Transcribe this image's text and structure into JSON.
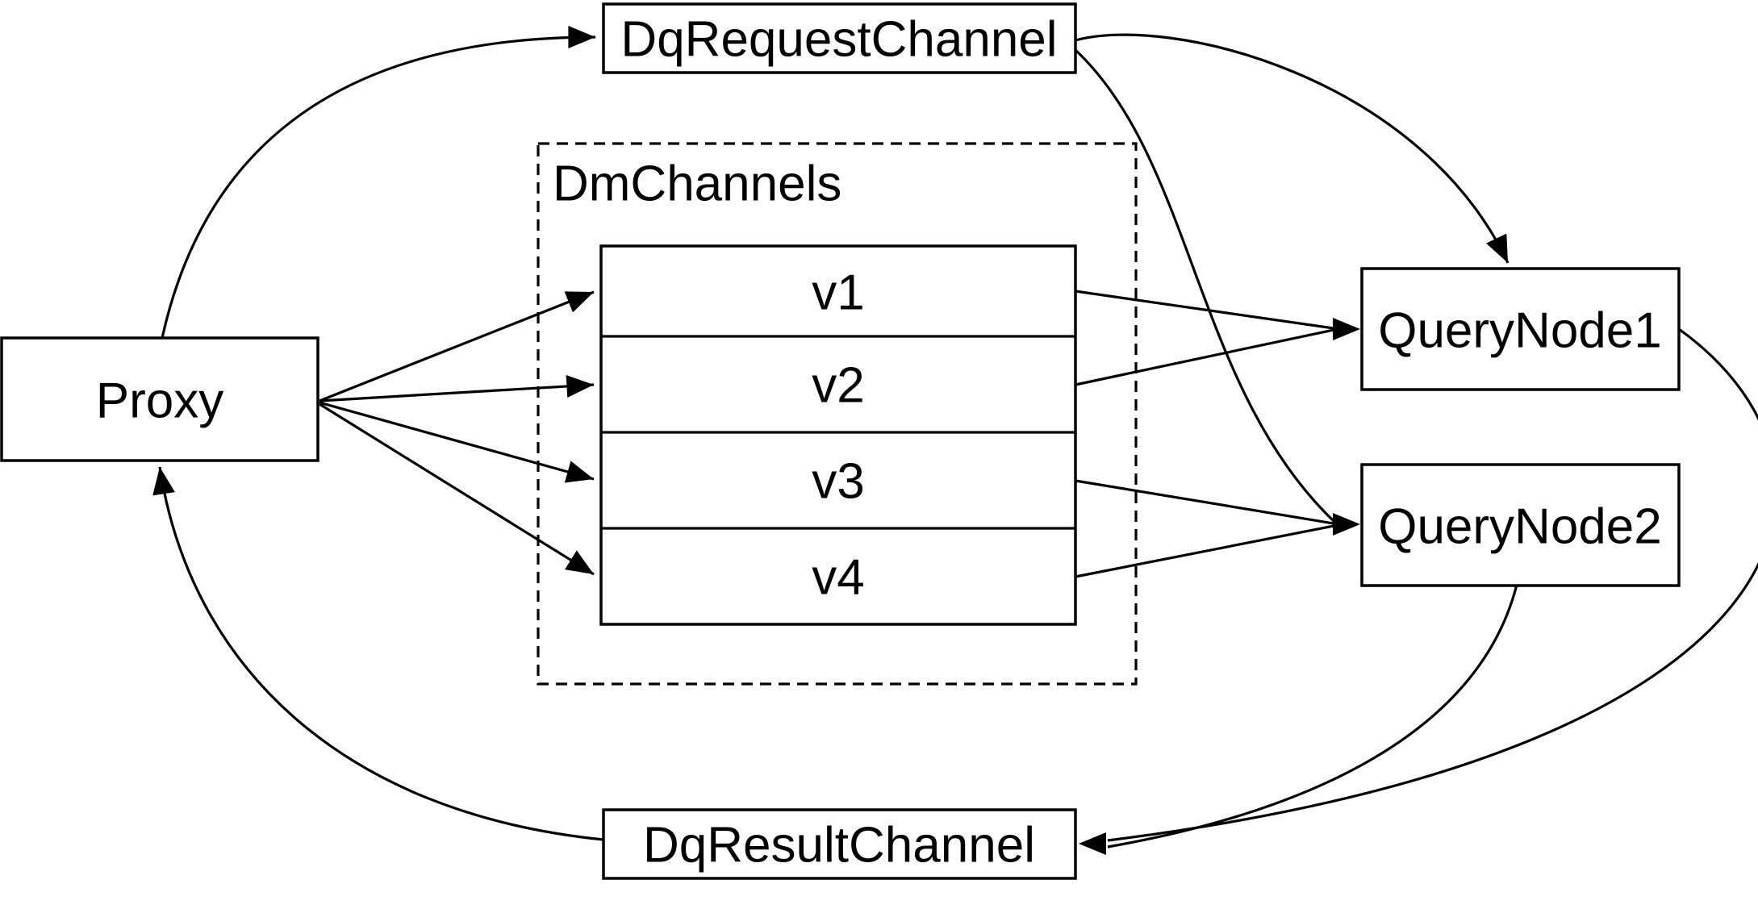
{
  "colors": {
    "background": "#ffffff",
    "stroke": "#000000",
    "text": "#000000"
  },
  "nodes": {
    "proxy": {
      "label": "Proxy"
    },
    "dq_request_channel": {
      "label": "DqRequestChannel"
    },
    "dm_channels": {
      "label": "DmChannels"
    },
    "channels": [
      {
        "label": "v1"
      },
      {
        "label": "v2"
      },
      {
        "label": "v3"
      },
      {
        "label": "v4"
      }
    ],
    "query_node_1": {
      "label": "QueryNode1"
    },
    "query_node_2": {
      "label": "QueryNode2"
    },
    "dq_result_channel": {
      "label": "DqResultChannel"
    }
  },
  "edges": [
    {
      "from": "Proxy",
      "to": "DqRequestChannel"
    },
    {
      "from": "Proxy",
      "to": "v1"
    },
    {
      "from": "Proxy",
      "to": "v2"
    },
    {
      "from": "Proxy",
      "to": "v3"
    },
    {
      "from": "Proxy",
      "to": "v4"
    },
    {
      "from": "v1",
      "to": "QueryNode1"
    },
    {
      "from": "v2",
      "to": "QueryNode1"
    },
    {
      "from": "v3",
      "to": "QueryNode2"
    },
    {
      "from": "v4",
      "to": "QueryNode2"
    },
    {
      "from": "DqRequestChannel",
      "to": "QueryNode1"
    },
    {
      "from": "DqRequestChannel",
      "to": "QueryNode2"
    },
    {
      "from": "QueryNode1",
      "to": "DqResultChannel"
    },
    {
      "from": "QueryNode2",
      "to": "DqResultChannel"
    },
    {
      "from": "DqResultChannel",
      "to": "Proxy"
    }
  ]
}
